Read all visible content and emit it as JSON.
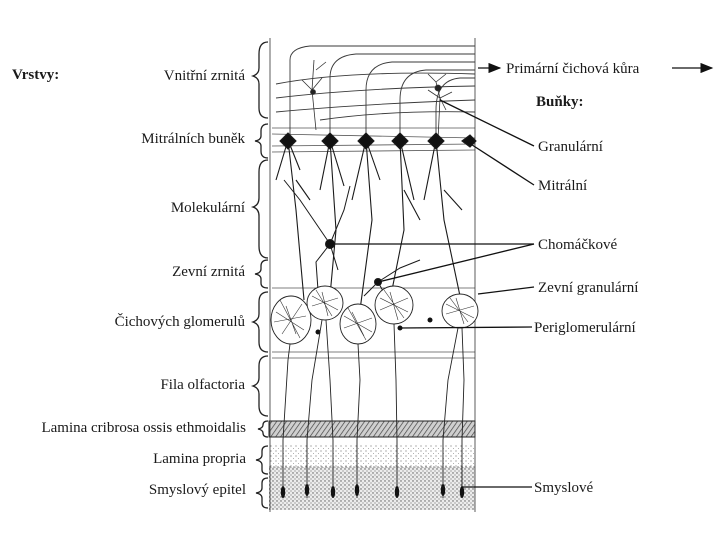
{
  "headings": {
    "layers": "Vrstvy:",
    "cells": "Buňky:"
  },
  "layers": [
    "Vnitřní zrnitá",
    "Mitrálních buněk",
    "Molekulární",
    "Zevní zrnitá",
    "Čichových glomerulů",
    "Fila olfactoria",
    "Lamina cribrosa ossis ethmoidalis",
    "Lamina propria",
    "Smyslový epitel"
  ],
  "cells": {
    "cortex": "Primární čichová kůra",
    "granular": "Granulární",
    "mitral": "Mitrální",
    "tufted": "Chomáčkové",
    "outer_granular": "Zevní granulární",
    "periglomerular": "Periglomerulární",
    "sensory": "Smyslové"
  }
}
